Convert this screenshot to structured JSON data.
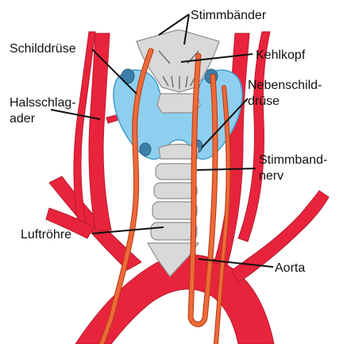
{
  "diagram": {
    "labels": {
      "stimmbaender": "Stimmbänder",
      "schilddruese": "Schilddrüse",
      "kehlkopf": "Kehlkopf",
      "halsschlagader_1": "Halsschlag-",
      "halsschlagader_2": "ader",
      "nebenschilddruese_1": "Nebenschild-",
      "nebenschilddruese_2": "drüse",
      "stimmbandnerv_1": "Stimmband-",
      "stimmbandnerv_2": "nerv",
      "luftroehre": "Luftröhre",
      "aorta": "Aorta"
    },
    "colors": {
      "artery": "#e8243c",
      "artery_dark": "#b81a2c",
      "nerve": "#ee6a3a",
      "nerve_outline": "#b23a12",
      "thyroid": "#8ecfef",
      "thyroid_dark": "#3f9cc8",
      "parathyroid": "#3c7fa8",
      "cartilage": "#d9d9d9",
      "cartilage_dark": "#8f8f8f",
      "leader_line": "#111111"
    }
  }
}
